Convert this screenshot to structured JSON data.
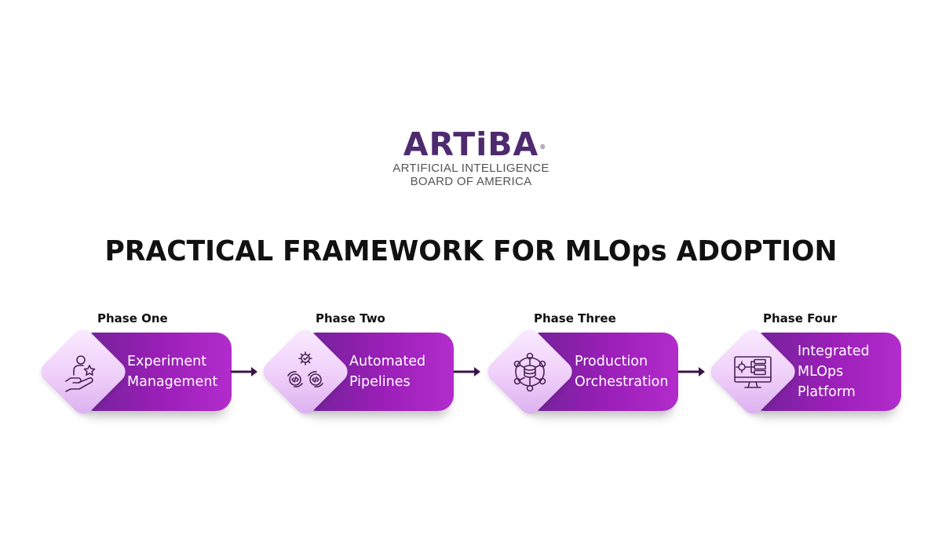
{
  "logo": {
    "word": "ARTiBA",
    "reg": "®",
    "line1": "ARTIFICIAL INTELLIGENCE",
    "line2": "BOARD OF AMERICA"
  },
  "title": "PRACTICAL FRAMEWORK FOR MLOps ADOPTION",
  "colors": {
    "brand": "#4e2a6f",
    "card_start": "#6f2396",
    "card_end": "#b22ccc",
    "diamond": "#f0d2fa",
    "arrow": "#3a1446"
  },
  "phases": [
    {
      "label": "Phase One",
      "lines": [
        "Experiment",
        "Management"
      ],
      "icon": "hand-person-star-icon"
    },
    {
      "label": "Phase Two",
      "lines": [
        "Automated",
        "Pipelines"
      ],
      "icon": "gear-code-cycle-icon"
    },
    {
      "label": "Phase Three",
      "lines": [
        "Production",
        "Orchestration"
      ],
      "icon": "network-database-icon"
    },
    {
      "label": "Phase Four",
      "lines": [
        "Integrated",
        "MLOps",
        "Platform"
      ],
      "icon": "monitor-flow-icon"
    }
  ]
}
